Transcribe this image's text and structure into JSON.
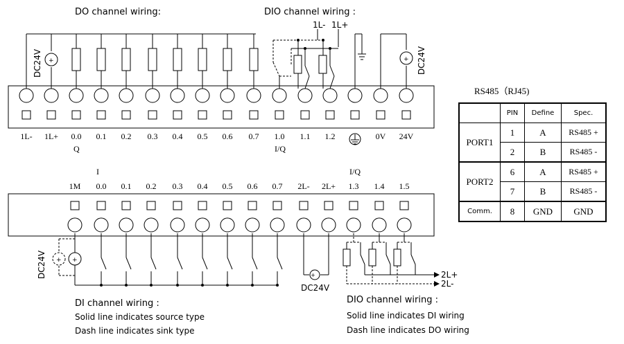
{
  "captions": {
    "do_wiring": "DO channel wiring:",
    "dio_wiring_top": "DIO channel wiring :",
    "di_wiring": "DI channel wiring :",
    "di_note_solid": "Solid line indicates source type",
    "di_note_dash": "Dash line indicates sink type",
    "dio_wiring_bottom": "DIO channel wiring :",
    "dio_note_solid": "Solid line indicates DI wiring",
    "dio_note_dash": "Dash line indicates DO wiring"
  },
  "top_terminal_labels": [
    "1L-",
    "1L+",
    "0.0",
    "0.1",
    "0.2",
    "0.3",
    "0.4",
    "0.5",
    "0.6",
    "0.7",
    "1.0",
    "1.1",
    "1.2",
    "",
    "0V",
    "24V"
  ],
  "top_group_labels": {
    "q": "Q",
    "iq": "I/Q"
  },
  "top_dio_supply": {
    "minus": "1L-",
    "plus": "1L+"
  },
  "top_supply_labels": {
    "left": "DC24V",
    "right": "DC24V"
  },
  "bottom_terminal_labels": [
    "1M",
    "0.0",
    "0.1",
    "0.2",
    "0.3",
    "0.4",
    "0.5",
    "0.6",
    "0.7",
    "2L-",
    "2L+",
    "1.3",
    "1.4",
    "1.5"
  ],
  "bottom_group_labels": {
    "i": "I",
    "iq": "I/Q"
  },
  "bottom_supply_labels": {
    "left": "DC24V",
    "middle": "DC24V",
    "dio_plus": "2L+",
    "dio_minus": "2L-"
  },
  "rs485": {
    "title": "RS485（RJ45)",
    "header": {
      "pin": "PIN",
      "define": "Define",
      "spec": "Spec."
    },
    "ports": [
      {
        "port": "PORT1",
        "rows": [
          {
            "pin": "1",
            "define": "A",
            "spec": "RS485 +"
          },
          {
            "pin": "2",
            "define": "B",
            "spec": "RS485 -"
          }
        ]
      },
      {
        "port": "PORT2",
        "rows": [
          {
            "pin": "6",
            "define": "A",
            "spec": "RS485 +"
          },
          {
            "pin": "7",
            "define": "B",
            "spec": "RS485 -"
          }
        ]
      }
    ],
    "comm": {
      "port": "Comm.",
      "pin": "8",
      "define": "GND",
      "spec": "GND"
    }
  }
}
